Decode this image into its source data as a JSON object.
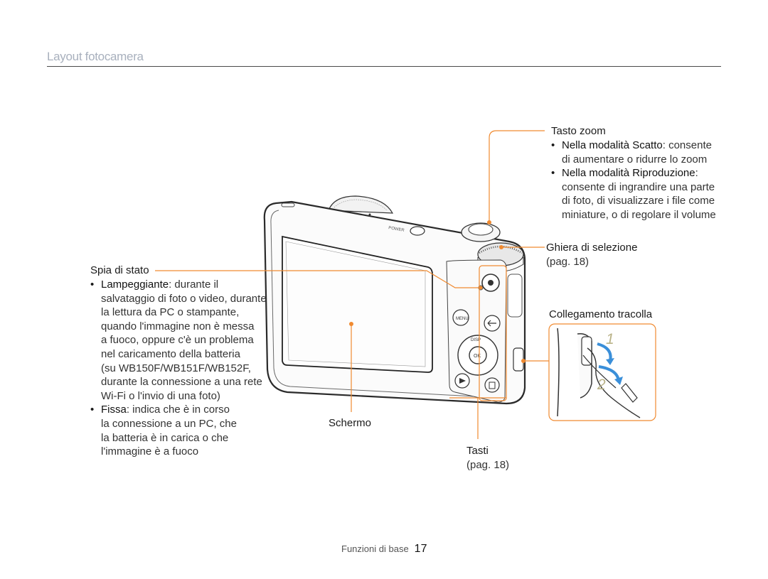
{
  "header": {
    "title": "Layout fotocamera"
  },
  "camera": {
    "body_text_power": "POWER",
    "button_menu": "MENU",
    "button_disp": "DISP",
    "button_ok": "OK"
  },
  "callouts": {
    "tasto_zoom": {
      "title": "Tasto zoom",
      "items": [
        {
          "bold": "Nella modalità Scatto",
          "rest": ": consente",
          "lines": [
            "di aumentare o ridurre lo zoom"
          ]
        },
        {
          "bold": "Nella modalità Riproduzione",
          "rest": ":",
          "lines": [
            "consente di ingrandire una parte",
            "di foto, di visualizzare i file come",
            "miniature, o di regolare il volume"
          ]
        }
      ]
    },
    "ghiera": {
      "title": "Ghiera di selezione",
      "page": "(pag. 18)"
    },
    "collegamento": {
      "title": "Collegamento tracolla",
      "step1": "1",
      "step2": "2"
    },
    "spia": {
      "title": "Spia di stato",
      "items": [
        {
          "bold": "Lampeggiante",
          "rest": ": durante il",
          "lines": [
            "salvataggio di foto o video, durante",
            "la lettura da PC o stampante,",
            "quando l'immagine non è messa",
            "a fuoco, oppure c'è un problema",
            "nel caricamento della batteria",
            "(su WB150F/WB151F/WB152F,",
            "durante la connessione a una rete",
            "Wi-Fi o l'invio di una foto)"
          ]
        },
        {
          "bold": "Fissa",
          "rest": ": indica che è in corso",
          "lines": [
            "la connessione a un PC, che",
            "la batteria è in carica o che",
            "l'immagine è a fuoco"
          ]
        }
      ]
    },
    "schermo": {
      "title": "Schermo"
    },
    "tasti": {
      "title": "Tasti",
      "page": "(pag. 18)"
    }
  },
  "footer": {
    "section": "Funzioni di base",
    "page_number": "17"
  },
  "colors": {
    "callout_line": "#f08a30",
    "accent_title": "#a8b0bd",
    "arrow_blue": "#3a8fd9"
  }
}
